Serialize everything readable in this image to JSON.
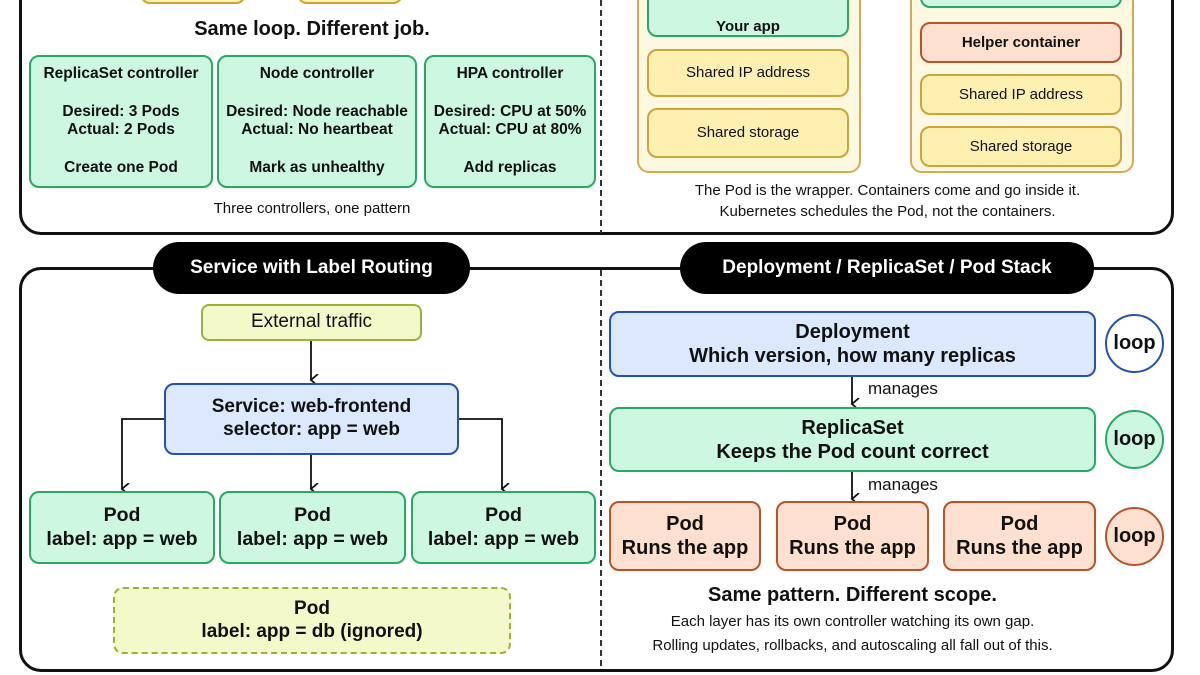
{
  "top_left": {
    "heading": "Same loop. Different job.",
    "controllers": [
      {
        "title": "ReplicaSet controller",
        "desired": "Desired: 3 Pods",
        "actual": "Actual: 2 Pods",
        "action": "Create one Pod"
      },
      {
        "title": "Node controller",
        "desired": "Desired: Node reachable",
        "actual": "Actual: No heartbeat",
        "action": "Mark as unhealthy"
      },
      {
        "title": "HPA controller",
        "desired": "Desired: CPU at 50%",
        "actual": "Actual: CPU at 80%",
        "action": "Add replicas"
      }
    ],
    "caption": "Three controllers, one pattern"
  },
  "top_right": {
    "pod_a": {
      "app": "Your app",
      "ip": "Shared IP address",
      "storage": "Shared storage"
    },
    "pod_b": {
      "helper": "Helper container",
      "ip": "Shared IP address",
      "storage": "Shared storage"
    },
    "caption_1": "The Pod is the wrapper. Containers come and go inside it.",
    "caption_2": "Kubernetes schedules the Pod, not the containers."
  },
  "service": {
    "title": "Service with Label Routing",
    "external": "External traffic",
    "service_line1": "Service: web-frontend",
    "service_line2": "selector: app = web",
    "pods": [
      {
        "name": "Pod",
        "label": "label: app = web"
      },
      {
        "name": "Pod",
        "label": "label: app = web"
      },
      {
        "name": "Pod",
        "label": "label: app = web"
      }
    ],
    "ignored_pod": {
      "name": "Pod",
      "label": "label: app = db (ignored)"
    }
  },
  "stack": {
    "title": "Deployment / ReplicaSet / Pod Stack",
    "deployment": {
      "name": "Deployment",
      "desc": "Which version, how many replicas"
    },
    "replicaset": {
      "name": "ReplicaSet",
      "desc": "Keeps the Pod count correct"
    },
    "pods": [
      {
        "name": "Pod",
        "desc": "Runs the app"
      },
      {
        "name": "Pod",
        "desc": "Runs the app"
      },
      {
        "name": "Pod",
        "desc": "Runs the app"
      }
    ],
    "manages": "manages",
    "loop": "loop",
    "heading": "Same pattern. Different scope.",
    "caption_1": "Each layer has its own controller watching its own gap.",
    "caption_2": "Rolling updates, rollbacks, and autoscaling all fall out of this."
  },
  "colors": {
    "green": "#2aa865",
    "yellow": "#c9a53a",
    "orange": "#b8532a",
    "blue": "#2451b3",
    "lime": "#9fae34"
  }
}
